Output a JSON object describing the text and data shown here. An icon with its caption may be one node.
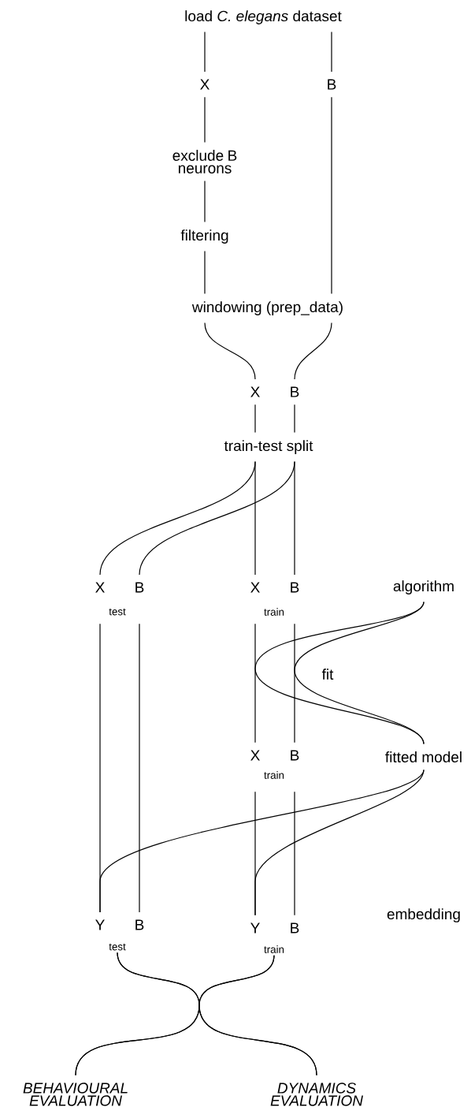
{
  "diagram": {
    "nodes": [
      {
        "text": [
          "load *C. elegans* dataset"
        ]
      },
      {
        "text": [
          "X"
        ]
      },
      {
        "text": [
          "B"
        ]
      },
      {
        "text": [
          "exclude B neurons"
        ]
      },
      {
        "text": [
          "filtering"
        ]
      },
      {
        "text": [
          "windowing (prep_data)"
        ]
      },
      {
        "text": [
          "X"
        ]
      },
      {
        "text": [
          "B"
        ]
      },
      {
        "text": [
          "train-test split"
        ]
      },
      {
        "text": [
          "X"
        ]
      },
      {
        "text": [
          "B"
        ]
      },
      {
        "text": [
          "X"
        ]
      },
      {
        "text": [
          "B"
        ]
      },
      {
        "text": [
          "algorithm"
        ]
      },
      {
        "text": [
          "X"
        ]
      },
      {
        "text": [
          "B"
        ]
      },
      {
        "text": [
          "fitted model"
        ]
      },
      {
        "text": [
          "Y"
        ]
      },
      {
        "text": [
          "B"
        ]
      },
      {
        "text": [
          "Y"
        ]
      },
      {
        "text": [
          "B"
        ]
      },
      {
        "text": [
          "test"
        ]
      },
      {
        "text": [
          "train"
        ]
      },
      {
        "text": [
          "BEHAVIOURAL EVALUATION"
        ]
      },
      {
        "text": [
          "DYNAMICS EVALUATION"
        ]
      }
    ],
    "edges": [
      {
        "from": 0,
        "to": 1,
        "arrow": "none"
      },
      {
        "from": 0,
        "to": 2,
        "arrow": "none"
      },
      {
        "from": 1,
        "to": 3,
        "arrow": "none"
      },
      {
        "from": 3,
        "to": 4,
        "arrow": "none"
      },
      {
        "from": 4,
        "to": 5,
        "arrow": "none"
      },
      {
        "from": 2,
        "to": 5,
        "arrow": "none"
      },
      {
        "from": 5,
        "to": 6,
        "arrow": "none"
      },
      {
        "from": 5,
        "to": 7,
        "arrow": "none"
      },
      {
        "from": 6,
        "to": 8,
        "arrow": "none"
      },
      {
        "from": 7,
        "to": 8,
        "arrow": "none"
      },
      {
        "from": 8,
        "to": 9,
        "arrow": "none"
      },
      {
        "from": 8,
        "to": 10,
        "arrow": "none"
      },
      {
        "from": 8,
        "to": 11,
        "arrow": "none"
      },
      {
        "from": 8,
        "to": 12,
        "arrow": "none"
      },
      {
        "from": 9,
        "to": 17,
        "arrow": "none"
      },
      {
        "from": 10,
        "to": 18,
        "arrow": "none"
      },
      {
        "from": 11,
        "to": 14,
        "arrow": "none"
      },
      {
        "from": 12,
        "to": 15,
        "arrow": "none"
      },
      {
        "from": 13,
        "to": 16,
        "arrow": "none"
      },
      {
        "from": 13,
        "to": 16,
        "arrow": "none"
      },
      {
        "from": 14,
        "to": 19,
        "arrow": "none"
      },
      {
        "from": 15,
        "to": 20,
        "arrow": "none"
      },
      {
        "from": 16,
        "to": 17,
        "arrow": "none"
      },
      {
        "from": 16,
        "to": 19,
        "arrow": "none"
      },
      {
        "from": 21,
        "to": 23,
        "arrow": "none"
      },
      {
        "from": 21,
        "to": 24,
        "arrow": "none"
      },
      {
        "from": 22,
        "to": 23,
        "arrow": "none"
      },
      {
        "from": 22,
        "to": 24,
        "arrow": "none"
      }
    ],
    "labels": [
      "test",
      "train",
      "fit",
      "train",
      "embedding"
    ]
  }
}
